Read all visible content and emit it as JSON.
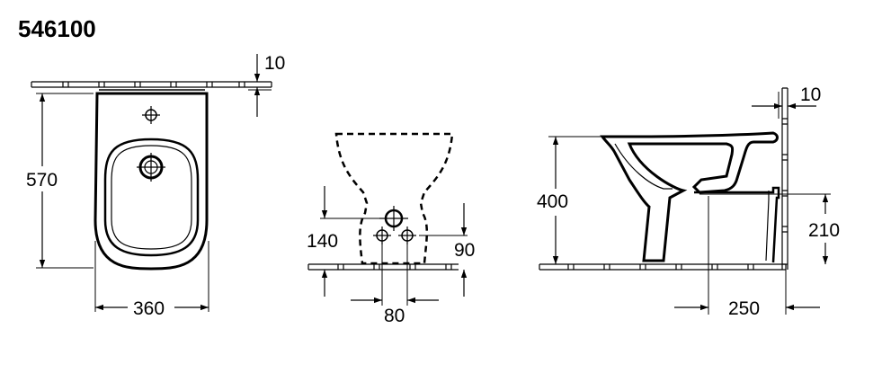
{
  "title": "546100",
  "front_view": {
    "wall_gap": "10",
    "height": "570",
    "width": "360"
  },
  "rear_view": {
    "upper_inlet_height": "140",
    "lower_inlet_height": "90",
    "inlet_spacing": "80"
  },
  "side_view": {
    "wall_gap": "10",
    "rim_height": "400",
    "outlet_height": "210",
    "outlet_distance": "250"
  }
}
